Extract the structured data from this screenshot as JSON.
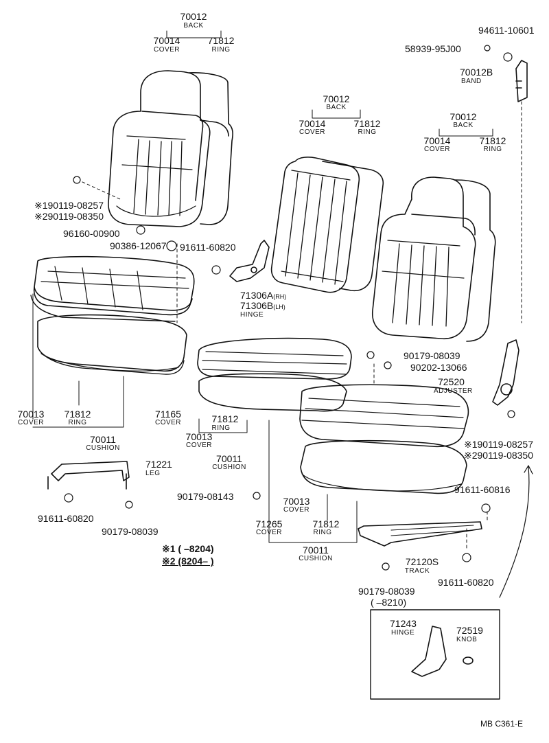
{
  "labels": {
    "back1_pn": "70012",
    "back1_nm": "BACK",
    "cover1_pn": "70014",
    "cover1_nm": "COVER",
    "ring1_pn": "71812",
    "ring1_nm": "RING",
    "bolt1": "※190119-08257",
    "bolt2": "※290119-08350",
    "nut1": "96160-00900",
    "clip1": "90386-12067",
    "bolt_b1": "91611-60820",
    "hinge_pn_a": "71306A",
    "hinge_pn_a_sub": "(RH)",
    "hinge_pn_b": "71306B",
    "hinge_pn_b_sub": "(LH)",
    "hinge_nm": "HINGE",
    "back2_pn": "70012",
    "back2_nm": "BACK",
    "cover2_pn": "70014",
    "cover2_nm": "COVER",
    "ring2_pn": "71812",
    "ring2_nm": "RING",
    "back3_pn": "70012",
    "back3_nm": "BACK",
    "cover3_pn": "70014",
    "cover3_nm": "COVER",
    "ring3_pn": "71812",
    "ring3_nm": "RING",
    "top_right_pn": "94611-10601",
    "screw_pn": "58939-95J00",
    "band_pn": "70012B",
    "band_nm": "BAND",
    "nut2": "90179-08039",
    "clip2": "90202-13066",
    "adjuster_pn": "72520",
    "adjuster_nm": "ADJUSTER",
    "bolt3": "※190119-08257",
    "bolt4": "※290119-08350",
    "cov_l_pn": "70013",
    "cov_l_nm": "COVER",
    "ring_l_pn": "71812",
    "ring_l_nm": "RING",
    "cover_71165_pn": "71165",
    "cover_71165_nm": "COVER",
    "cush_l_pn": "70011",
    "cush_l_nm": "CUSHION",
    "ring_m_pn": "71812",
    "ring_m_nm": "RING",
    "cov_m_pn": "70013",
    "cov_m_nm": "COVER",
    "cush_m_pn": "70011",
    "cush_m_nm": "CUSHION",
    "leg_pn": "71221",
    "leg_nm": "LEG",
    "bolt_b2": "91611-60820",
    "nut3": "90179-08039",
    "nut4": "90179-08143",
    "cov_r_pn": "70013",
    "cov_r_nm": "COVER",
    "cov71265_pn": "71265",
    "cov71265_nm": "COVER",
    "ring_r_pn": "71812",
    "ring_r_nm": "RING",
    "cush_r_pn": "70011",
    "cush_r_nm": "CUSHION",
    "bolt_b3": "91611-60816",
    "track_pn": "72120S",
    "track_nm": "TRACK",
    "bolt_b4": "91611-60820",
    "nut5": "90179-08039",
    "range_note": "(      –8210)",
    "hinge2_pn": "71243",
    "hinge2_nm": "HINGE",
    "knob_pn": "72519",
    "knob_nm": "KNOB",
    "note1": "※1 (      –8204)",
    "note2": "※2 (8204–      )",
    "ref": "MB  C361-E"
  }
}
